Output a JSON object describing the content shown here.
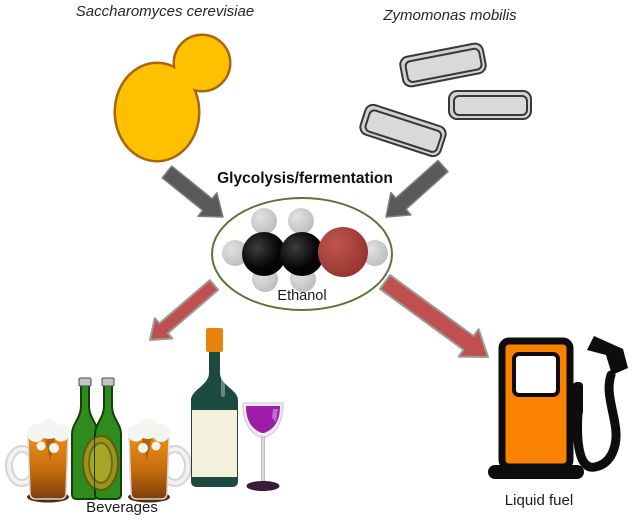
{
  "diagram": {
    "organisms": {
      "yeast": {
        "name": "Saccharomyces cerevisiae",
        "icon": "budding-yeast-cell"
      },
      "bacteria": {
        "name": "Zymomonas mobilis",
        "icon": "rod-shaped-bacterium",
        "cell_count": 3
      }
    },
    "process": {
      "label": "Glycolysis/fermentation"
    },
    "product": {
      "label": "Ethanol",
      "molecule_atoms": {
        "carbon": 2,
        "hydrogen": 6,
        "oxygen": 1
      }
    },
    "outputs": {
      "beverages": {
        "label": "Beverages",
        "items": [
          "beer-mug",
          "beer-bottle",
          "beer-bottle",
          "beer-mug",
          "wine-bottle",
          "wine-glass"
        ]
      },
      "fuel": {
        "label": "Liquid fuel",
        "items": [
          "fuel-pump"
        ]
      }
    },
    "colors": {
      "background": "#FFFFFF",
      "yeast_fill": "#FFC000",
      "yeast_outline": "#A9660F",
      "bacteria_fill": "#D9D9D9",
      "bacteria_outline": "#383838",
      "input_arrow_gray": "#595959",
      "output_arrow_red": "#C0504D",
      "ellipse_outline": "#5E7233",
      "carbon_atom": "#0D0D0D",
      "oxygen_atom": "#A33E3B",
      "hydrogen_atom": "#C6C6C6",
      "beer_amber": "#DD7D10",
      "beer_bottle_green": "#2E8C1E",
      "bottle_label_olive": "#98941C",
      "wine_bottle_teal": "#1C4A40",
      "wine_purple": "#9C1CA8",
      "wine_cap_orange": "#E8830C",
      "pump_orange": "#F98200",
      "pump_black": "#0D0D0D"
    }
  }
}
